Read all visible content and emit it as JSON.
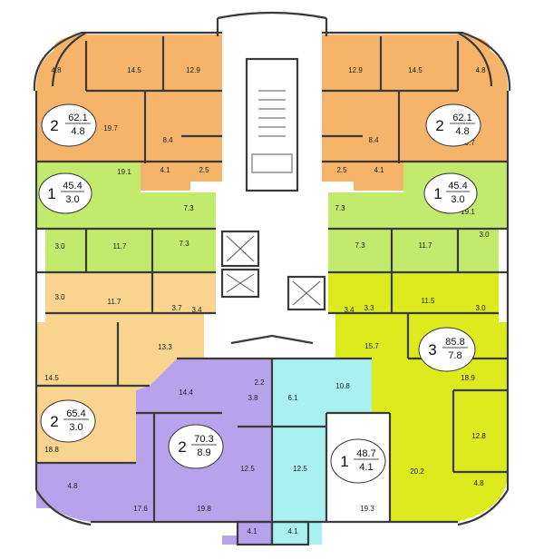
{
  "colors": {
    "orange": "#f6b46b",
    "light_green": "#c2ea6c",
    "peach": "#f8d48e",
    "yellow_green": "#dcea1e",
    "purple": "#b9a2ec",
    "cyan": "#a9f0f0",
    "wall": "#3a3a3a"
  },
  "apartments": [
    {
      "id": "tl-2",
      "rooms": "2",
      "area": "62.1",
      "kitchen": "4.8"
    },
    {
      "id": "tr-2",
      "rooms": "2",
      "area": "62.1",
      "kitchen": "4.8"
    },
    {
      "id": "ml-1",
      "rooms": "1",
      "area": "45.4",
      "kitchen": "3.0"
    },
    {
      "id": "mr-1",
      "rooms": "1",
      "area": "45.4",
      "kitchen": "3.0"
    },
    {
      "id": "bl-2",
      "rooms": "2",
      "area": "65.4",
      "kitchen": "3.0"
    },
    {
      "id": "br-3",
      "rooms": "3",
      "area": "85.8",
      "kitchen": "7.8"
    },
    {
      "id": "bc-2",
      "rooms": "2",
      "area": "70.3",
      "kitchen": "8.9"
    },
    {
      "id": "bcr-1",
      "rooms": "1",
      "area": "48.7",
      "kitchen": "4.1"
    }
  ],
  "room_labels": {
    "tl_balcony": "4.8",
    "tl_room1": "14.5",
    "tl_room2": "12.9",
    "tl_room3": "19.7",
    "tl_hall": "8.4",
    "tl_bath": "4.1",
    "tl_wc": "2.5",
    "tr_balcony": "4.8",
    "tr_room1": "14.5",
    "tr_room2": "12.9",
    "tr_room3": "19.7",
    "tr_hall": "8.4",
    "tr_bath": "4.1",
    "tr_wc": "2.5",
    "ml_room": "19.1",
    "ml_hall": "7.3",
    "ml_loggia": "3.0",
    "ml_kitchen": "11.7",
    "ml_bath": "7.3",
    "mr_room": "19.1",
    "mr_hall": "7.3",
    "mr_loggia": "3.0",
    "mr_kitchen": "11.7",
    "mr_bath": "7.3",
    "bl_loggia": "3.0",
    "bl_kitchen": "11.7",
    "bl_bath": "3.7",
    "bl_wc": "3.4",
    "bl_hall": "13.3",
    "bl_room1": "14.5",
    "bl_room2": "18.8",
    "br_wc": "3.4",
    "br_bath": "3.3",
    "br_kitchen": "11.5",
    "br_loggia": "3.0",
    "br_hall": "15.7",
    "br_room1": "18.9",
    "br_room2": "12.8",
    "br_room3": "20.2",
    "br_balcony": "4.8",
    "bc_bath": "2.2",
    "bc_hall": "14.4",
    "bc_wc": "3.8",
    "bc_kitchen": "12.5",
    "bc_room1": "17.6",
    "bc_room2": "19.8",
    "bc_balcony": "4.8",
    "bc_loggia": "4.1",
    "bcr_wc": "6.1",
    "bcr_hall": "10.8",
    "bcr_kitchen": "12.5",
    "bcr_room": "19.3",
    "bcr_loggia": "4.1"
  }
}
